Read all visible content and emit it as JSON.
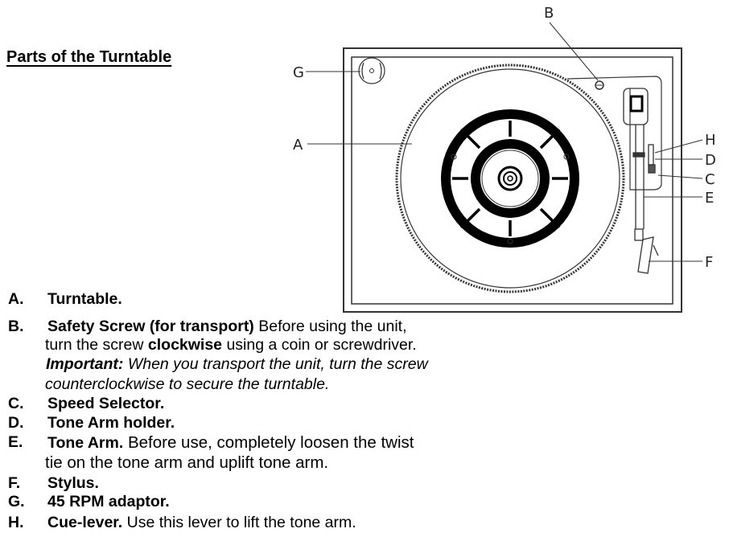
{
  "title": "Parts of the Turntable",
  "diagram_labels": {
    "A": "A",
    "B": "B",
    "C": "C",
    "D": "D",
    "E": "E",
    "F": "F",
    "G": "G",
    "H": "H"
  },
  "items": [
    {
      "letter": "A.",
      "name": "Turntable."
    },
    {
      "letter": "B.",
      "name": "Safety Screw (for transport)",
      "desc": " Before using the unit,",
      "line2a": "turn the screw ",
      "line2b": "clockwise",
      "line2c": " using a coin or screwdriver.",
      "important": "Important:",
      "line3": " When you transport the unit, turn the screw",
      "line4": "counterclockwise to secure the turntable."
    },
    {
      "letter": "C.",
      "name": "Speed Selector."
    },
    {
      "letter": "D.",
      "name": "Tone Arm holder."
    },
    {
      "letter": "E.",
      "name": "Tone Arm.",
      "desc": " Before use, completely loosen the twist",
      "line2": "tie on the tone arm and uplift tone arm."
    },
    {
      "letter": "F.",
      "name": "Stylus."
    },
    {
      "letter": "G.",
      "name": "45 RPM adaptor."
    },
    {
      "letter": "H.",
      "name": "Cue-lever.",
      "desc": " Use this lever to lift the tone arm."
    }
  ]
}
